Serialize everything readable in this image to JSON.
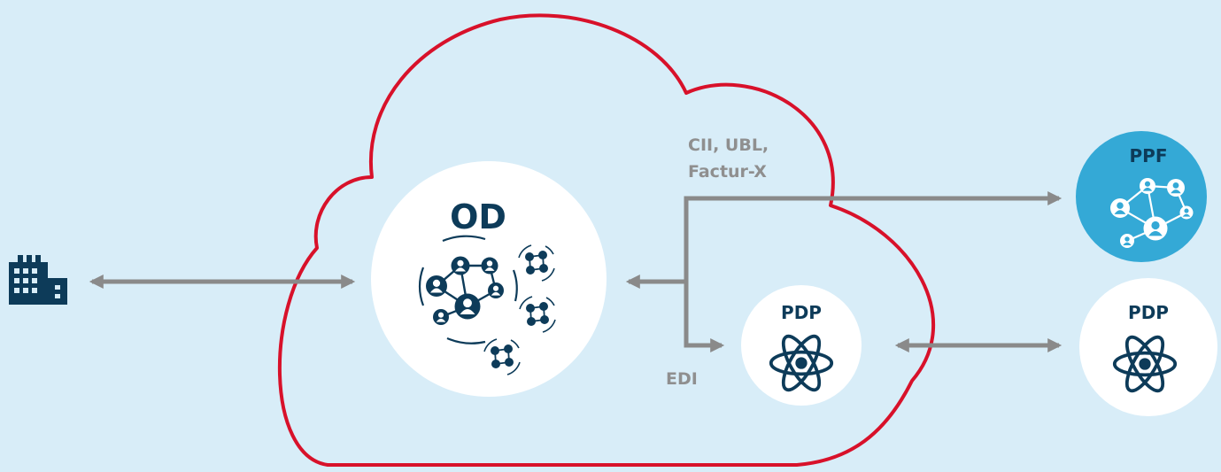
{
  "colors": {
    "background": "#d8edf8",
    "cloud_outline": "#d8112a",
    "node_fill": "#ffffff",
    "dark_blue": "#0d3b59",
    "ppf_fill": "#34a9d6",
    "arrow_gray": "#8a8a8a",
    "label_gray": "#8f8f8f"
  },
  "od": {
    "label": "OD"
  },
  "ppf": {
    "label": "PPF"
  },
  "pdp_inner": {
    "label": "PDP"
  },
  "pdp_outer": {
    "label": "PDP"
  },
  "formats": {
    "line1": "CII, UBL,",
    "line2": "Factur-X",
    "edi": "EDI"
  },
  "icons": {
    "company": "building-icon",
    "od": "network-people-icon",
    "ppf": "network-people-icon",
    "pdp": "atom-icon"
  }
}
